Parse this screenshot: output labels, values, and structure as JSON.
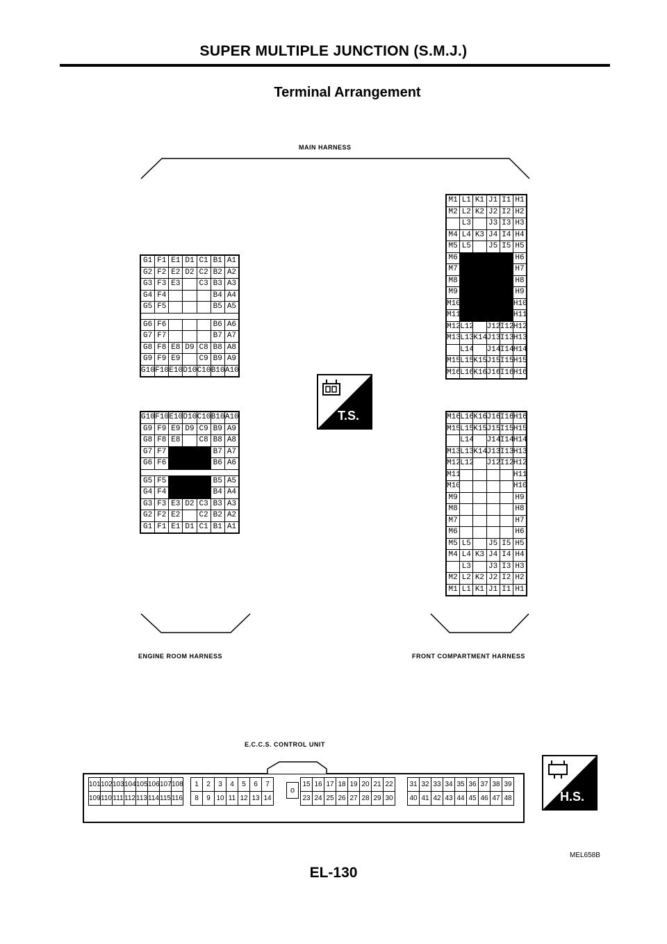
{
  "header": {
    "title": "SUPER MULTIPLE JUNCTION (S.M.J.)",
    "subtitle": "Terminal Arrangement"
  },
  "labels": {
    "main_harness": "MAIN HARNESS",
    "engine_room_harness": "ENGINE ROOM HARNESS",
    "front_compartment_harness": "FRONT COMPARTMENT HARNESS",
    "eccs_control_unit": "E.C.C.S. CONTROL UNIT"
  },
  "badges": {
    "ts": "T.S.",
    "hs": "H.S."
  },
  "footer": {
    "page_number": "EL-130",
    "figure_code": "MEL658B"
  },
  "blocks": {
    "engine_main": [
      [
        "G1",
        "F1",
        "E1",
        "D1",
        "C1",
        "B1",
        "A1"
      ],
      [
        "G2",
        "F2",
        "E2",
        "D2",
        "C2",
        "B2",
        "A2"
      ],
      [
        "G3",
        "F3",
        "E3",
        "",
        "C3",
        "B3",
        "A3"
      ],
      [
        "G4",
        "F4",
        "",
        "",
        "",
        "B4",
        "A4"
      ],
      [
        "G5",
        "F5",
        "",
        "",
        "",
        "B5",
        "A5"
      ],
      [
        "G6",
        "F6",
        "",
        "",
        "",
        "B6",
        "A6"
      ],
      [
        "G7",
        "F7",
        "",
        "",
        "",
        "B7",
        "A7"
      ],
      [
        "G8",
        "F8",
        "E8",
        "D9",
        "C8",
        "B8",
        "A8"
      ],
      [
        "G9",
        "F9",
        "E9",
        "",
        "C9",
        "B9",
        "A9"
      ],
      [
        "G10",
        "F10",
        "E10",
        "D10",
        "C10",
        "B10",
        "A10"
      ]
    ],
    "engine_room": [
      [
        "G10",
        "F10",
        "E10",
        "D10",
        "C10",
        "B10",
        "A10"
      ],
      [
        "G9",
        "F9",
        "E9",
        "D9",
        "C9",
        "B9",
        "A9"
      ],
      [
        "G8",
        "F8",
        "E8",
        "",
        "C8",
        "B8",
        "A8"
      ],
      [
        "G7",
        "F7",
        "",
        "",
        "",
        "B7",
        "A7"
      ],
      [
        "G6",
        "F6",
        "",
        "",
        "",
        "B6",
        "A6"
      ],
      [
        "G5",
        "F5",
        "",
        "",
        "",
        "B5",
        "A5"
      ],
      [
        "G4",
        "F4",
        "",
        "",
        "",
        "B4",
        "A4"
      ],
      [
        "G3",
        "F3",
        "E3",
        "D2",
        "C3",
        "B3",
        "A3"
      ],
      [
        "G2",
        "F2",
        "E2",
        "",
        "C2",
        "B2",
        "A2"
      ],
      [
        "G1",
        "F1",
        "E1",
        "D1",
        "C1",
        "B1",
        "A1"
      ]
    ],
    "front_main": [
      [
        "M1",
        "L1",
        "K1",
        "J1",
        "I1",
        "H1"
      ],
      [
        "M2",
        "L2",
        "K2",
        "J2",
        "I2",
        "H2"
      ],
      [
        "",
        "L3",
        "",
        "J3",
        "I3",
        "H3"
      ],
      [
        "M4",
        "L4",
        "K3",
        "J4",
        "I4",
        "H4"
      ],
      [
        "M5",
        "L5",
        "",
        "J5",
        "I5",
        "H5"
      ],
      [
        "M6",
        "",
        "",
        "",
        "",
        "H6"
      ],
      [
        "M7",
        "",
        "",
        "",
        "",
        "H7"
      ],
      [
        "M8",
        "",
        "",
        "",
        "",
        "H8"
      ],
      [
        "M9",
        "",
        "",
        "",
        "",
        "H9"
      ],
      [
        "M10",
        "",
        "",
        "",
        "",
        "H10"
      ],
      [
        "M11",
        "",
        "",
        "",
        "",
        "H11"
      ],
      [
        "M12",
        "L12",
        "",
        "J12",
        "I12",
        "H12"
      ],
      [
        "M13",
        "L13",
        "K14",
        "J13",
        "I13",
        "H13"
      ],
      [
        "",
        "L14",
        "",
        "J14",
        "I14",
        "H14"
      ],
      [
        "M15",
        "L15",
        "K15",
        "J15",
        "I15",
        "H15"
      ],
      [
        "M16",
        "L16",
        "K16",
        "J16",
        "I16",
        "H16"
      ]
    ],
    "front_compartment": [
      [
        "M16",
        "L16",
        "K16",
        "J16",
        "I16",
        "H16"
      ],
      [
        "M15",
        "L15",
        "K15",
        "J15",
        "I15",
        "H15"
      ],
      [
        "",
        "L14",
        "",
        "J14",
        "I14",
        "H14"
      ],
      [
        "M13",
        "L13",
        "K14",
        "J13",
        "I13",
        "H13"
      ],
      [
        "M12",
        "L12",
        "",
        "J12",
        "I12",
        "H12"
      ],
      [
        "M11",
        "",
        "",
        "",
        "",
        "H11"
      ],
      [
        "M10",
        "",
        "",
        "",
        "",
        "H10"
      ],
      [
        "M9",
        "",
        "",
        "",
        "",
        "H9"
      ],
      [
        "M8",
        "",
        "",
        "",
        "",
        "H8"
      ],
      [
        "M7",
        "",
        "",
        "",
        "",
        "H7"
      ],
      [
        "M6",
        "",
        "",
        "",
        "",
        "H6"
      ],
      [
        "M5",
        "L5",
        "",
        "J5",
        "I5",
        "H5"
      ],
      [
        "M4",
        "L4",
        "K3",
        "J4",
        "I4",
        "H4"
      ],
      [
        "",
        "L3",
        "",
        "J3",
        "I3",
        "H3"
      ],
      [
        "M2",
        "L2",
        "K2",
        "J2",
        "I2",
        "H2"
      ],
      [
        "M1",
        "L1",
        "K1",
        "J1",
        "I1",
        "H1"
      ]
    ]
  },
  "eccs_connector": {
    "group1_top": [
      "101",
      "102",
      "103",
      "104",
      "105",
      "106",
      "107",
      "108"
    ],
    "group1_bottom": [
      "109",
      "110",
      "111",
      "112",
      "113",
      "114",
      "115",
      "116"
    ],
    "group2_top": [
      "1",
      "2",
      "3",
      "4",
      "5",
      "6",
      "7"
    ],
    "group2_bottom": [
      "8",
      "9",
      "10",
      "11",
      "12",
      "13",
      "14"
    ],
    "key": "o",
    "group3_top": [
      "15",
      "16",
      "17",
      "18",
      "19",
      "20",
      "21",
      "22"
    ],
    "group3_bottom": [
      "23",
      "24",
      "25",
      "26",
      "27",
      "28",
      "29",
      "30"
    ],
    "group4_top": [
      "31",
      "32",
      "33",
      "34",
      "35",
      "36",
      "37",
      "38",
      "39"
    ],
    "group4_bottom": [
      "40",
      "41",
      "42",
      "43",
      "44",
      "45",
      "46",
      "47",
      "48"
    ]
  }
}
